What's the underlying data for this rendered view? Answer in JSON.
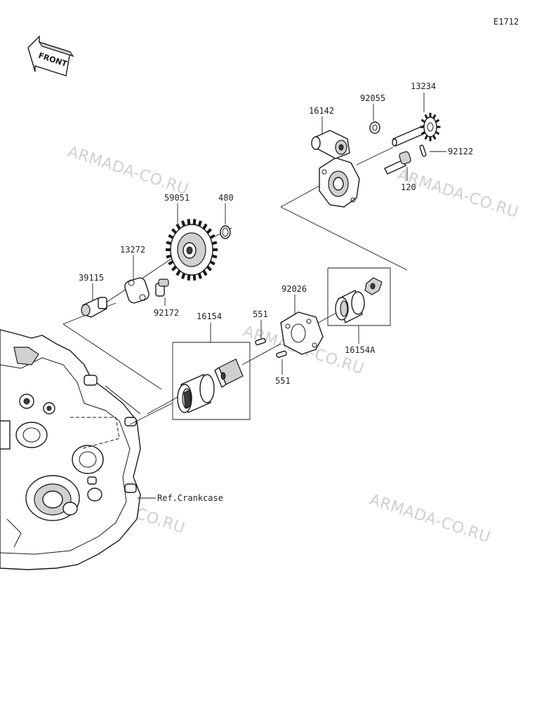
{
  "diagram_code": "E1712",
  "front_label": "FRONT",
  "watermark": "ARMADA-CO.RU",
  "reference": "Ref.Crankcase",
  "parts": {
    "p16142": "16142",
    "p92055": "92055",
    "p13234": "13234",
    "p92122": "92122",
    "p120": "120",
    "p59051": "59051",
    "p480": "480",
    "p13272": "13272",
    "p39115": "39115",
    "p92172": "92172",
    "p92026": "92026",
    "p551a": "551",
    "p551b": "551",
    "p16154": "16154",
    "p16154A": "16154A"
  }
}
